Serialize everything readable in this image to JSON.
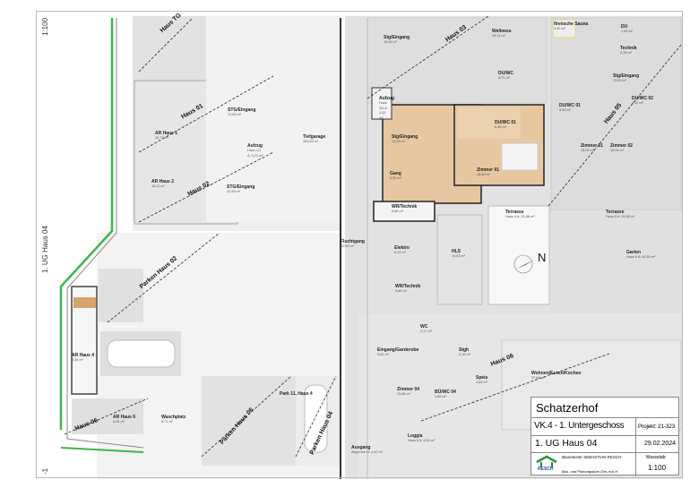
{
  "side_labels": {
    "scale": "1:100",
    "plan": "1. UG Haus 04",
    "level": "-1"
  },
  "rooms": [
    {
      "name": "Stg/Eingang",
      "area": "16,95 m²"
    },
    {
      "name": "Wellness",
      "area": "19,14 m²"
    },
    {
      "name": "finnische Sauna",
      "area": "3,30 m²"
    },
    {
      "name": "DU",
      "area": "1,50 m²"
    },
    {
      "name": "Technik",
      "area": "2,78 m²"
    },
    {
      "name": "DU/WC",
      "area": "8,70 m²"
    },
    {
      "name": "Stg/Eingang",
      "area": "13,50 m²"
    },
    {
      "name": "Aufzug",
      "area": "Haus 3/4 A: 3,22 m²"
    },
    {
      "name": "DU/WC 01",
      "area": "4,02 m²"
    },
    {
      "name": "DU/WC 02",
      "area": "4,02 m²"
    },
    {
      "name": "DU/WC 01",
      "area": "6,35 m²"
    },
    {
      "name": "Stg/Eingang",
      "area": "13,26 m²"
    },
    {
      "name": "Zimmer 01",
      "area": "15,05 m²"
    },
    {
      "name": "Zimmer 02",
      "area": "15,94 m²"
    },
    {
      "name": "Gang",
      "area": "6,30 m²"
    },
    {
      "name": "Zimmer 01",
      "area": "15,60 m²"
    },
    {
      "name": "WR/Technik",
      "area": "6,68 m²"
    },
    {
      "name": "Terrasse",
      "area": "Haus 4 A: 21,88 m²"
    },
    {
      "name": "Terrasse",
      "area": "Haus 5 A: 20,95 m²"
    },
    {
      "name": "Elektro",
      "area": "6,13 m²"
    },
    {
      "name": "HLS",
      "area": "14,63 m²"
    },
    {
      "name": "Garten",
      "area": "Haus 5 A: 60,53 m²"
    },
    {
      "name": "WR/Technik",
      "area": "5,88 m²"
    },
    {
      "name": "WC",
      "area": "2,17 m²"
    },
    {
      "name": "Eingang/Garderobe",
      "area": "9,64 m²"
    },
    {
      "name": "Stgh",
      "area": "5,18 m²"
    },
    {
      "name": "Speis",
      "area": "2,65 m²"
    },
    {
      "name": "Wohnen/Essen/Kochen",
      "area": "37,68 m²"
    },
    {
      "name": "Zimmer 04",
      "area": "15,88 m²"
    },
    {
      "name": "BÜ/WC 04",
      "area": "4,86 m²"
    },
    {
      "name": "Loggia",
      "area": "Haus 6 A: 8,50 m²"
    },
    {
      "name": "Ausgang",
      "area": "Allgemein A: 4,50 m²"
    },
    {
      "name": "Fluchtgang",
      "area": "40,60 m²"
    },
    {
      "name": "Tiefgarage",
      "area": "304,93 m²"
    },
    {
      "name": "STG/Eingang",
      "area": "13,85 m²"
    },
    {
      "name": "AR Haus 1",
      "area": "15,77 m²"
    },
    {
      "name": "Aufzug",
      "area": "Haus 1/2 A: 3,22 m²"
    },
    {
      "name": "AR Haus 2",
      "area": "16,11 m²"
    },
    {
      "name": "STG/Eingang",
      "area": "13,95 m²"
    },
    {
      "name": "AR Haus 4",
      "area": "8,36 m²"
    },
    {
      "name": "AR Haus 6",
      "area": "8,06 m²"
    },
    {
      "name": "Waschplatz",
      "area": "8,71 m²"
    },
    {
      "name": "Park 11, Haus 4",
      "area": ""
    }
  ],
  "zones": [
    "Haus TG",
    "Haus 01",
    "Haus 02",
    "Parken Haus 02",
    "Haus 03",
    "Haus 05",
    "Haus 06",
    "Haus 06",
    "Parken Haus 06",
    "Parken Haus 04"
  ],
  "north": "N",
  "title_block": {
    "project": "Schatzerhof",
    "drawing": "VK.4 - 1. Untergeschoss",
    "project_no": "Projekt: 21-323",
    "plan": "1. UG Haus 04",
    "date": "29.02.2024",
    "company_logo": "RESCH",
    "builder": "Baumeister SEBASTIAN RESCH",
    "company": "Bau- und Planungsbüro Ges.m.b.H.",
    "scale_label": "Massstab:",
    "scale": "1:100"
  },
  "colors": {
    "haus4": "#e6c7a0",
    "grey": "#e4e4e4",
    "green": "#3fb54a"
  }
}
